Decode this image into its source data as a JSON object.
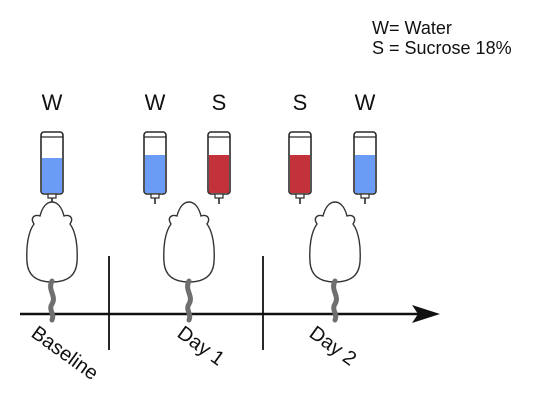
{
  "legend": {
    "water": "W= Water",
    "sucrose": "S = Sucrose 18%"
  },
  "colors": {
    "water": "#6b9cf5",
    "sucrose": "#c3313a",
    "outline": "#2a2a2a",
    "tail": "#6f6f6f"
  },
  "periods": [
    {
      "label": "Baseline",
      "bottles": [
        {
          "code": "W",
          "fluid": "water"
        }
      ]
    },
    {
      "label": "Day 1",
      "bottles": [
        {
          "code": "W",
          "fluid": "water"
        },
        {
          "code": "S",
          "fluid": "sucrose"
        }
      ]
    },
    {
      "label": "Day 2",
      "bottles": [
        {
          "code": "S",
          "fluid": "sucrose"
        },
        {
          "code": "W",
          "fluid": "water"
        }
      ]
    }
  ]
}
